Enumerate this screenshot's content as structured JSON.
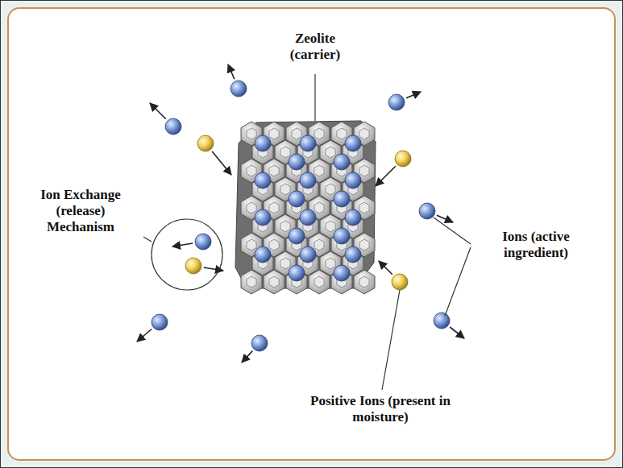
{
  "diagram": {
    "labels": [
      "Zeolite (carrier)",
      "Ion Exchange (release) Mechanism",
      "Ions (active ingredient)",
      "Positive Ions (present in moisture)"
    ]
  }
}
